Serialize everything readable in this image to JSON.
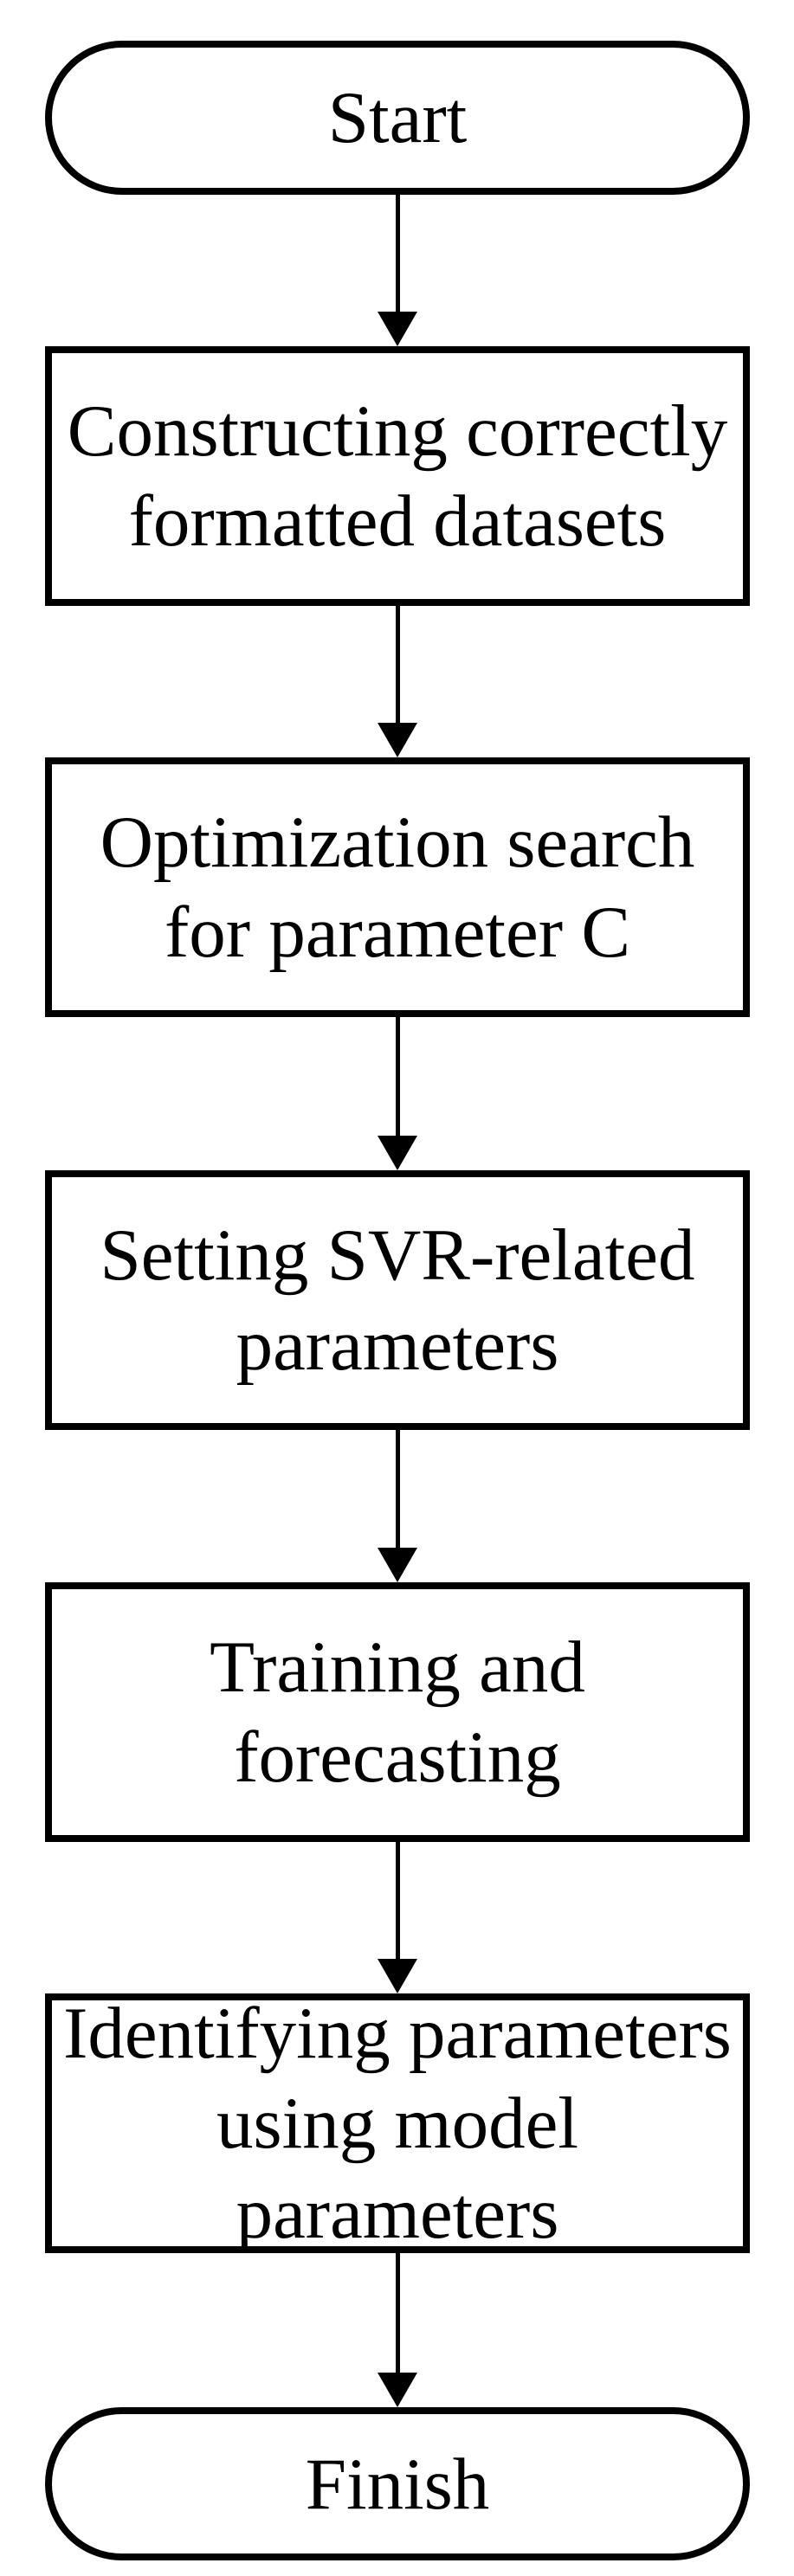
{
  "figure": {
    "type": "flowchart",
    "background": "#ffffff",
    "stroke_color": "#000000",
    "text_color": "#000000",
    "nodes": [
      {
        "id": "start",
        "shape": "terminator",
        "label": "Start"
      },
      {
        "id": "step1",
        "shape": "process",
        "label": "Constructing correctly\nformatted datasets"
      },
      {
        "id": "step2",
        "shape": "process",
        "label": "Optimization search\nfor parameter C"
      },
      {
        "id": "step3",
        "shape": "process",
        "label": "Setting SVR-related\nparameters"
      },
      {
        "id": "step4",
        "shape": "process",
        "label": "Training and\nforecasting"
      },
      {
        "id": "step5",
        "shape": "process",
        "label": "Identifying parameters\nusing model\nparameters"
      },
      {
        "id": "finish",
        "shape": "terminator",
        "label": "Finish"
      }
    ],
    "edges": [
      {
        "from": "start",
        "to": "step1",
        "direction": "down"
      },
      {
        "from": "step1",
        "to": "step2",
        "direction": "down"
      },
      {
        "from": "step2",
        "to": "step3",
        "direction": "down"
      },
      {
        "from": "step3",
        "to": "step4",
        "direction": "down"
      },
      {
        "from": "step4",
        "to": "step5",
        "direction": "down"
      },
      {
        "from": "step5",
        "to": "finish",
        "direction": "down"
      }
    ]
  }
}
